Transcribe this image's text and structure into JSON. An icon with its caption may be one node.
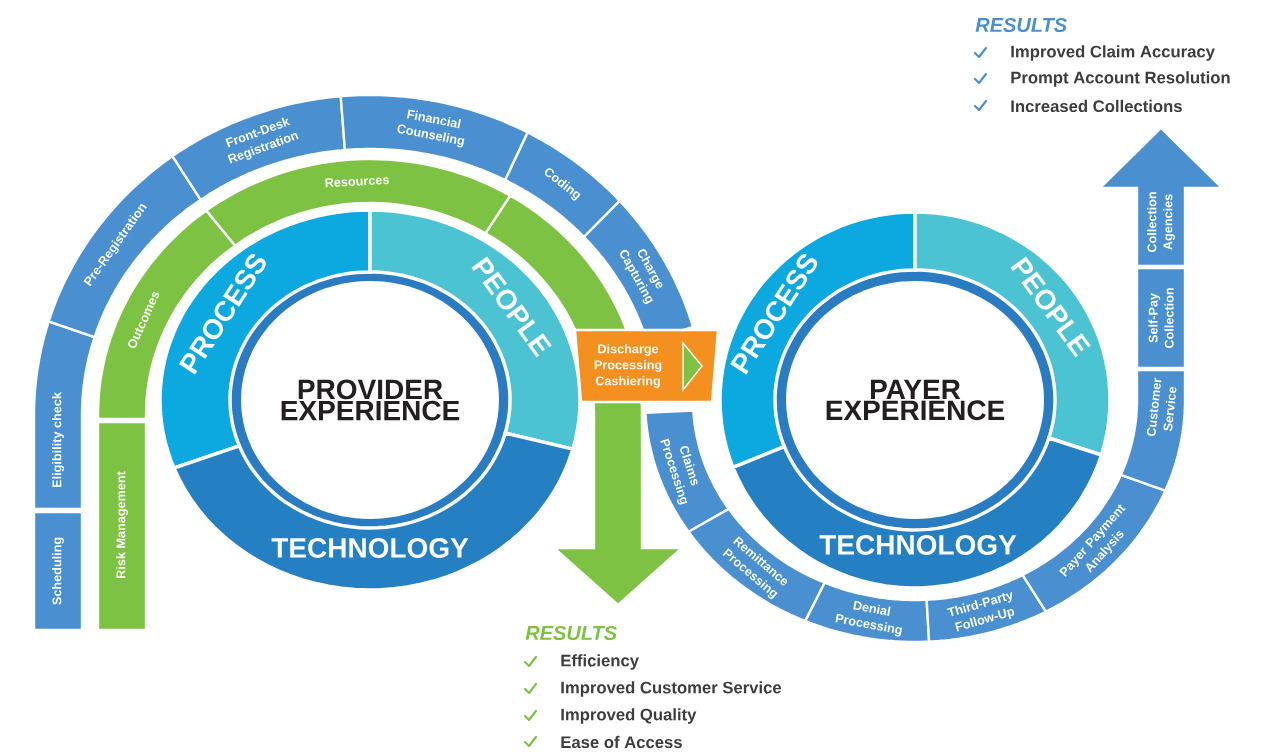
{
  "diagram": {
    "nodes": [
      {
        "text": [
          "PROVIDER EXPERIENCE"
        ]
      },
      {
        "text": [
          "PROCESS"
        ]
      },
      {
        "text": [
          "PEOPLE"
        ]
      },
      {
        "text": [
          "TECHNOLOGY"
        ]
      },
      {
        "text": [
          "Scheduling"
        ]
      },
      {
        "text": [
          "Eligibility check"
        ]
      },
      {
        "text": [
          "Pre-Registration"
        ]
      },
      {
        "text": [
          "Front-Desk Registration"
        ]
      },
      {
        "text": [
          "Financial Counseling"
        ]
      },
      {
        "text": [
          "Coding"
        ]
      },
      {
        "text": [
          "Charge Capturing"
        ]
      },
      {
        "text": [
          "Risk Management"
        ]
      },
      {
        "text": [
          "Outcomes"
        ]
      },
      {
        "text": [
          "Resources"
        ]
      },
      {
        "text": [
          "Discharge Processing Cashiering"
        ]
      },
      {
        "text": [
          "PAYER EXPERIENCE"
        ]
      },
      {
        "text": [
          "PROCESS"
        ]
      },
      {
        "text": [
          "PEOPLE"
        ]
      },
      {
        "text": [
          "TECHNOLOGY"
        ]
      },
      {
        "text": [
          "Claims Processing"
        ]
      },
      {
        "text": [
          "Remittance Processing"
        ]
      },
      {
        "text": [
          "Denial Processing"
        ]
      },
      {
        "text": [
          "Third-Party Follow-Up"
        ]
      },
      {
        "text": [
          "Payer Payment Analysis"
        ]
      },
      {
        "text": [
          "Customer Service"
        ]
      },
      {
        "text": [
          "Self-Pay Collection"
        ]
      },
      {
        "text": [
          "Collection Agencies"
        ]
      }
    ],
    "labels": [
      "RESULTS",
      "Improved Claim Accuracy",
      "Prompt Account Resolution",
      "Increased Collections",
      "RESULTS",
      "Efficiency",
      "Improved Customer Service",
      "Improved Quality",
      "Ease of Access"
    ]
  }
}
